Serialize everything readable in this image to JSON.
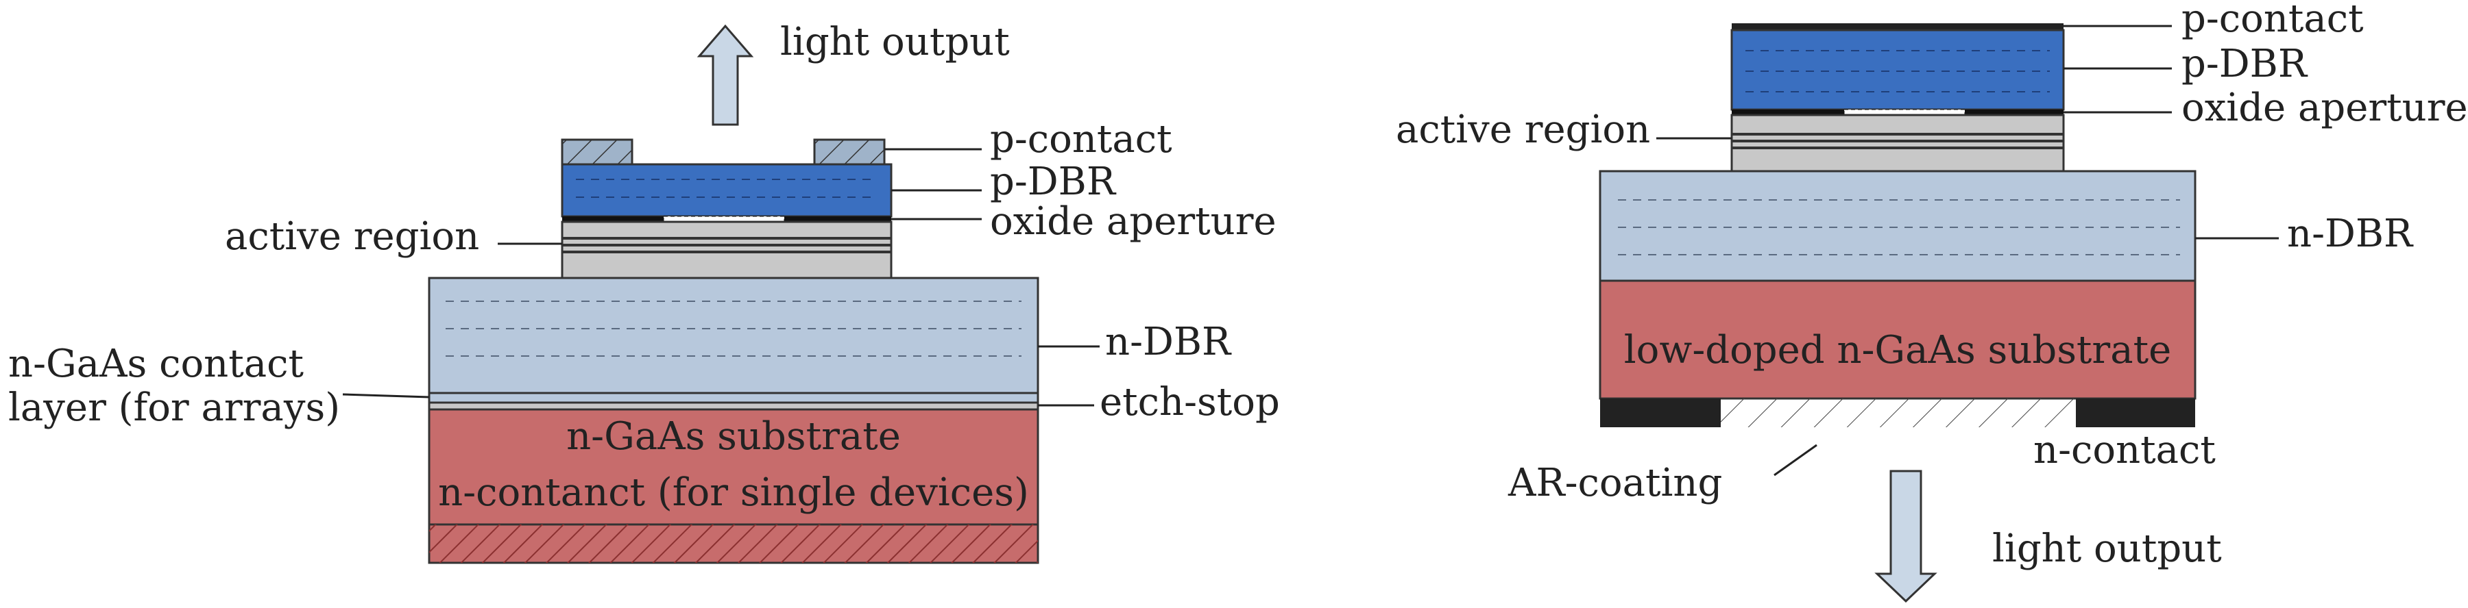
{
  "colors": {
    "dbr_light": "#b7c8dc",
    "dbr_dark": "#3a6fc0",
    "substrate": "#c76c6c",
    "contact_metal": "#222222",
    "oxide_gray": "#c8c8c8",
    "arrow_fill": "#c9d7e6"
  },
  "left": {
    "arrow_icon": "up-arrow-icon",
    "light_output": "light output",
    "p_contact": "p-contact",
    "p_dbr": "p-DBR",
    "oxide_aperture": "oxide aperture",
    "active_region": "active region",
    "n_dbr": "n-DBR",
    "contact_layer_1": "n-GaAs contact",
    "contact_layer_2": "layer (for arrays)",
    "etch_stop": "etch-stop",
    "substrate_1": "n-GaAs substrate",
    "substrate_2": "n-contanct (for single devices)"
  },
  "right": {
    "arrow_icon": "down-arrow-icon",
    "p_contact": "p-contact",
    "p_dbr": "p-DBR",
    "oxide_aperture": "oxide aperture",
    "active_region": "active region",
    "n_dbr": "n-DBR",
    "substrate": "low-doped n-GaAs substrate",
    "ar_coating": "AR-coating",
    "n_contact": "n-contact",
    "light_output": "light output"
  }
}
